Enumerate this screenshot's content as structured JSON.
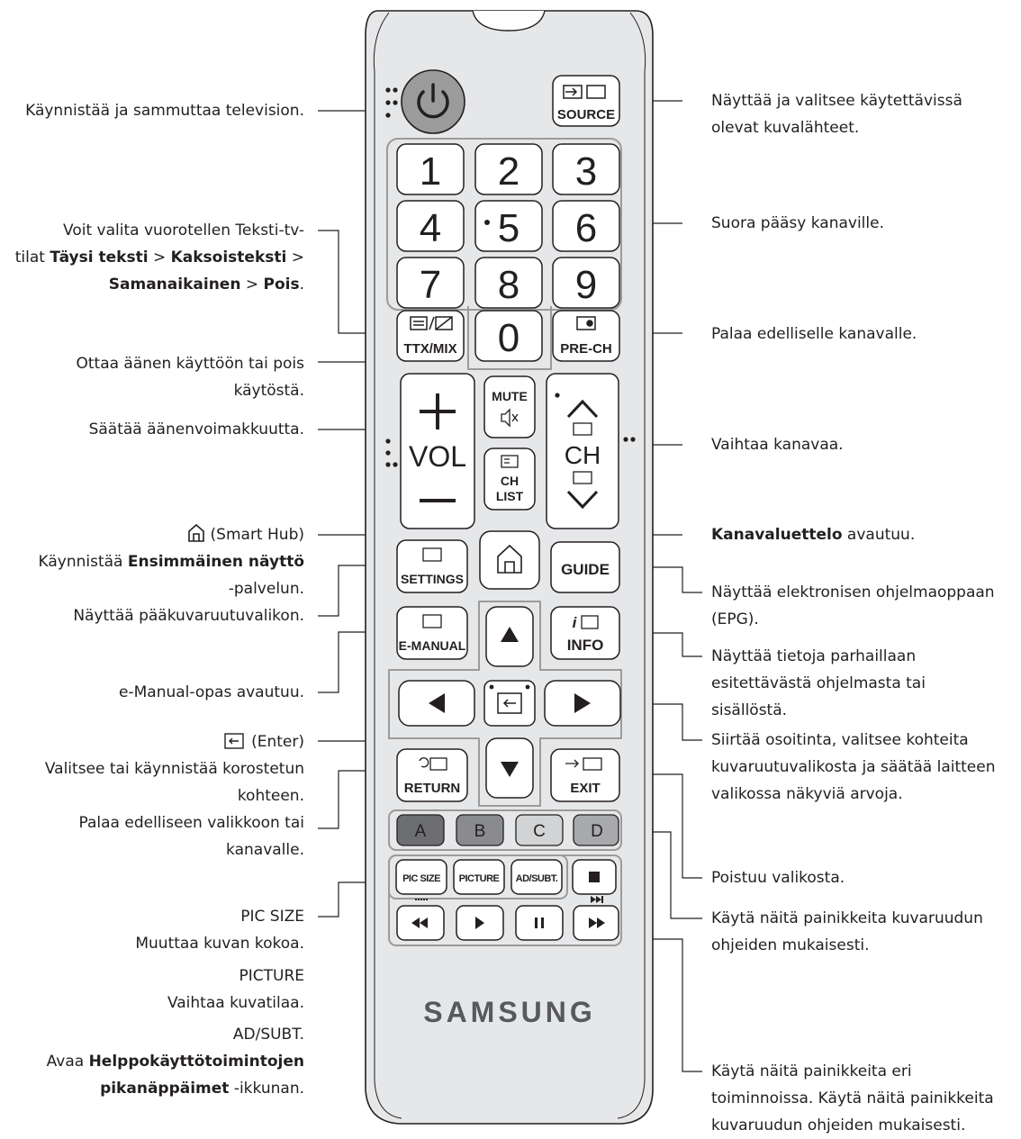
{
  "brand": "SAMSUNG",
  "remote": {
    "source": "SOURCE",
    "digits": [
      "1",
      "2",
      "3",
      "4",
      "5",
      "6",
      "7",
      "8",
      "9",
      "0"
    ],
    "ttx": "TTX/MIX",
    "prech": "PRE-CH",
    "mute": "MUTE",
    "vol": "VOL",
    "ch": "CH",
    "chlist1": "CH",
    "chlist2": "LIST",
    "settings": "SETTINGS",
    "guide": "GUIDE",
    "emanual": "E-MANUAL",
    "info": "INFO",
    "info_i": "i",
    "return": "RETURN",
    "exit": "EXIT",
    "color_a": "A",
    "color_b": "B",
    "color_c": "C",
    "color_d": "D",
    "picsize": "PIC SIZE",
    "picture": "PICTURE",
    "adsubt": "AD/SUBT."
  },
  "left": {
    "power": "Käynnistää ja sammuttaa television.",
    "ttx_1": "Voit valita vuorotellen Teksti-tv-",
    "ttx_2a": "tilat ",
    "ttx_2b": "Täysi teksti",
    "ttx_2c": " > ",
    "ttx_2d": "Kaksoisteksti",
    "ttx_2e": " >",
    "ttx_3a": "Samanaikainen",
    "ttx_3b": " > ",
    "ttx_3c": "Pois",
    "ttx_3d": ".",
    "mute_1": "Ottaa äänen käyttöön tai pois",
    "mute_2": "käytöstä.",
    "vol": "Säätää äänenvoimakkuutta.",
    "hub_title": "(Smart Hub)",
    "hub_1a": "Käynnistää ",
    "hub_1b": "Ensimmäinen näyttö",
    "hub_2": "-palvelun.",
    "settings": "Näyttää pääkuvaruutuvalikon.",
    "emanual": "e-Manual-opas avautuu.",
    "enter_title": "(Enter)",
    "enter_1": "Valitsee tai käynnistää korostetun",
    "enter_2": "kohteen.",
    "return_1": "Palaa edelliseen valikkoon tai",
    "return_2": "kanavalle.",
    "picsize_t": "PIC SIZE",
    "picsize_d": "Muuttaa kuvan kokoa.",
    "picture_t": "PICTURE",
    "picture_d": "Vaihtaa kuvatilaa.",
    "adsubt_t": "AD/SUBT.",
    "adsubt_1a": "Avaa ",
    "adsubt_1b": "Helppokäyttötoimintojen",
    "adsubt_2a": "pikanäppäimet",
    "adsubt_2b": " -ikkunan."
  },
  "right": {
    "source_1": "Näyttää ja valitsee käytettävissä",
    "source_2": "olevat kuvalähteet.",
    "digits": "Suora pääsy kanaville.",
    "prech": "Palaa edelliselle kanavalle.",
    "ch": "Vaihtaa kanavaa.",
    "chlist_a": "Kanavaluettelo",
    "chlist_b": " avautuu.",
    "guide_1": "Näyttää elektronisen ohjelmaoppaan",
    "guide_2": "(EPG).",
    "info_1": "Näyttää tietoja parhaillaan",
    "info_2": "esitettävästä ohjelmasta tai",
    "info_3": "sisällöstä.",
    "nav_1": "Siirtää osoitinta, valitsee kohteita",
    "nav_2": "kuvaruutuvalikosta ja säätää laitteen",
    "nav_3": "valikossa näkyviä arvoja.",
    "exit": "Poistuu valikosta.",
    "color_1": "Käytä näitä painikkeita kuvaruudun",
    "color_2": "ohjeiden mukaisesti.",
    "media_1": "Käytä näitä painikkeita eri",
    "media_2": "toiminnoissa. Käytä näitä painikkeita",
    "media_3": "kuvaruudun ohjeiden mukaisesti."
  },
  "colors": {
    "body": "#e6e7e8",
    "button": "#ffffff",
    "stroke": "#231f20",
    "power": "#9b9b9b",
    "a": "#6d6e71",
    "b": "#8a8b8e",
    "c": "#d1d3d4",
    "d": "#a7a9ac"
  }
}
